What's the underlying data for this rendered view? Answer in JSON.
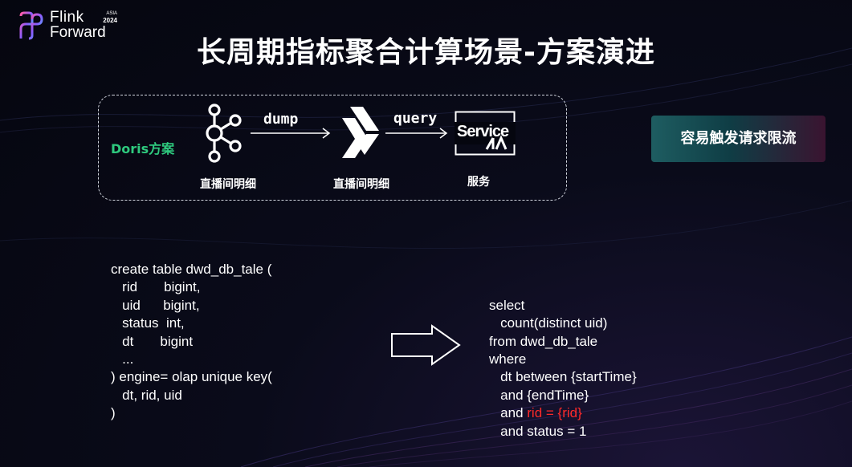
{
  "logo": {
    "line1": "Flink",
    "line2": "Forward",
    "region": "ASIA",
    "year": "2024"
  },
  "title": "长周期指标聚合计算场景-方案演进",
  "diagram": {
    "scheme_label": "Doris方案",
    "nodes": [
      {
        "icon": "kafka-icon",
        "caption": "直播间明细"
      },
      {
        "icon": "doris-icon",
        "caption": "直播间明细"
      },
      {
        "icon": "service-icon",
        "caption": "服务",
        "icon_text": "Service"
      }
    ],
    "arrows": [
      {
        "label": "dump"
      },
      {
        "label": "query"
      }
    ]
  },
  "callout": {
    "label": "容易触发请求限流"
  },
  "ddl_code": [
    "create table dwd_db_tale (",
    "   rid       bigint,",
    "   uid      bigint,",
    "   status  int,",
    "   dt       bigint",
    "   ...",
    ") engine= olap unique key(",
    "   dt, rid, uid",
    ")"
  ],
  "query_code": {
    "lines_before": [
      "select",
      "   count(distinct uid)",
      "from dwd_db_tale",
      "where",
      "   dt between {startTime}",
      "   and {endTime}"
    ],
    "highlight_prefix": "   and ",
    "highlight_text": "rid = {rid}",
    "last_line": "   and status = 1"
  },
  "colors": {
    "accent_green": "#2ec97e",
    "highlight_red": "#ff2a2a"
  }
}
